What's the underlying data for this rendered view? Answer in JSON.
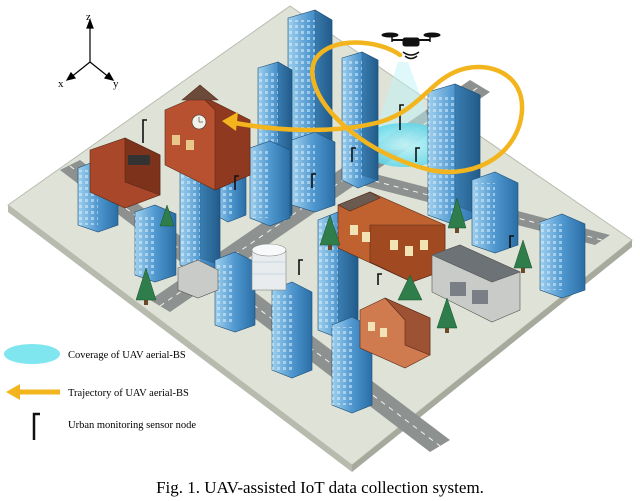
{
  "axes": {
    "z": "z",
    "x": "x",
    "y": "y"
  },
  "legend": {
    "coverage": "Coverage of  UAV aerial-BS",
    "trajectory": "Trajectory of  UAV aerial-BS",
    "sensor": "Urban monitoring sensor node"
  },
  "caption": "Fig. 1.  UAV-assisted IoT data collection system.",
  "colors": {
    "ground": "#d9dcd0",
    "road": "#8a8e8c",
    "coverage": "#7fe6f0",
    "trajectory": "#f2b51e",
    "tower": "#4a8fc4",
    "tree": "#2e7d4a",
    "brick": "#b8512f"
  },
  "icons": {
    "uav": "quadcopter-drone-icon",
    "sensor": "street-lamp-sensor-icon",
    "tree": "pine-tree-icon"
  }
}
